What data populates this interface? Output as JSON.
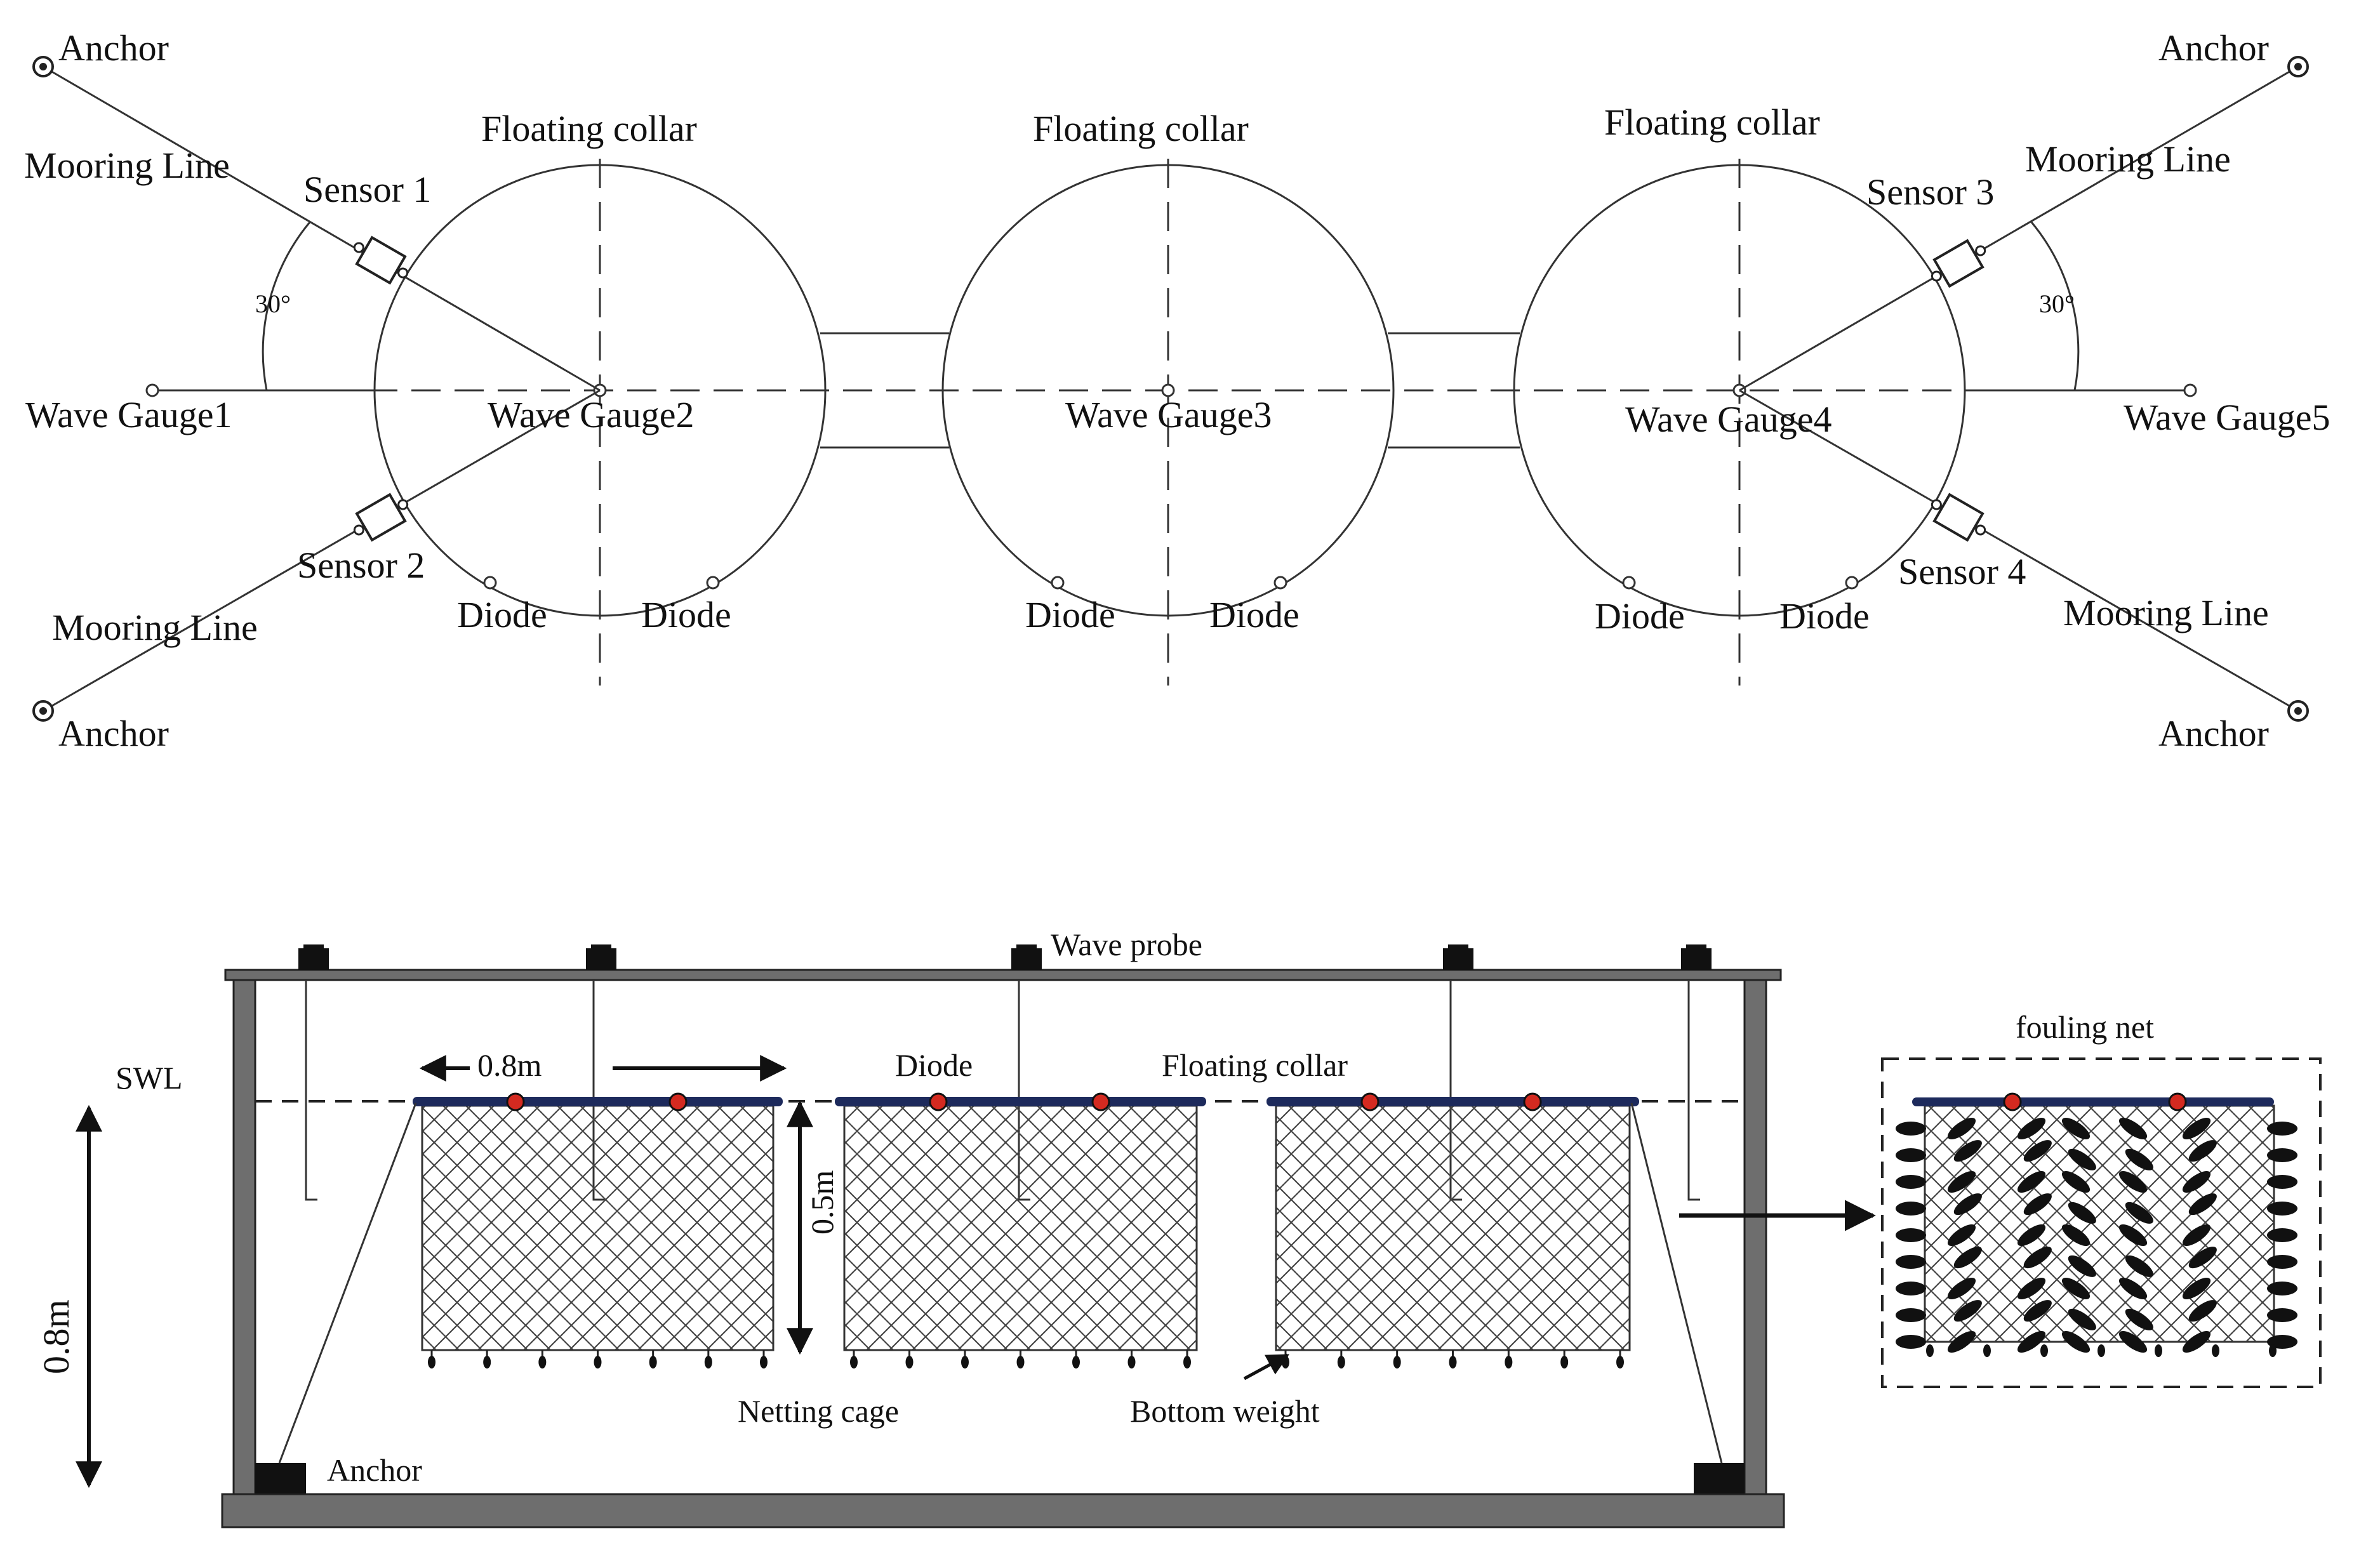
{
  "colors": {
    "line": "#333333",
    "collar_bar": "#1d2a5c",
    "diode_fill": "#d42a20",
    "tank_frame": "#6e6e6e",
    "fouling": "#111111"
  },
  "plan_view": {
    "anchor_tl": "Anchor",
    "anchor_tr": "Anchor",
    "anchor_bl": "Anchor",
    "anchor_br": "Anchor",
    "mooring_tl": "Mooring Line",
    "mooring_tr": "Mooring  Line",
    "mooring_bl": "Mooring Line",
    "mooring_br": "Mooring Line",
    "sensor1": "Sensor 1",
    "sensor2": "Sensor  2",
    "sensor3": "Sensor  3",
    "sensor4": "Sensor 4",
    "angle_left": "30°",
    "angle_right": "30°",
    "collar1": "Floating collar",
    "collar2": "Floating collar",
    "collar3": "Floating collar",
    "gauge1": "Wave  Gauge1",
    "gauge2": "Wave Gauge2",
    "gauge3": "Wave Gauge3",
    "gauge4": "Wave Gauge4",
    "gauge5": "Wave  Gauge5",
    "diode_1a": "Diode",
    "diode_1b": "Diode",
    "diode_2a": "Diode",
    "diode_2b": "Diode",
    "diode_3a": "Diode",
    "diode_3b": "Diode"
  },
  "side_view": {
    "wave_probe": "Wave probe",
    "swl": "SWL",
    "depth": "0.8m",
    "cage_diameter": "0.8m",
    "cage_height": "0.5m",
    "diode": "Diode",
    "floating_collar": "Floating collar",
    "netting_cage": "Netting cage",
    "bottom_weight": "Bottom weight",
    "anchor": "Anchor",
    "fouling_net": "fouling net"
  }
}
